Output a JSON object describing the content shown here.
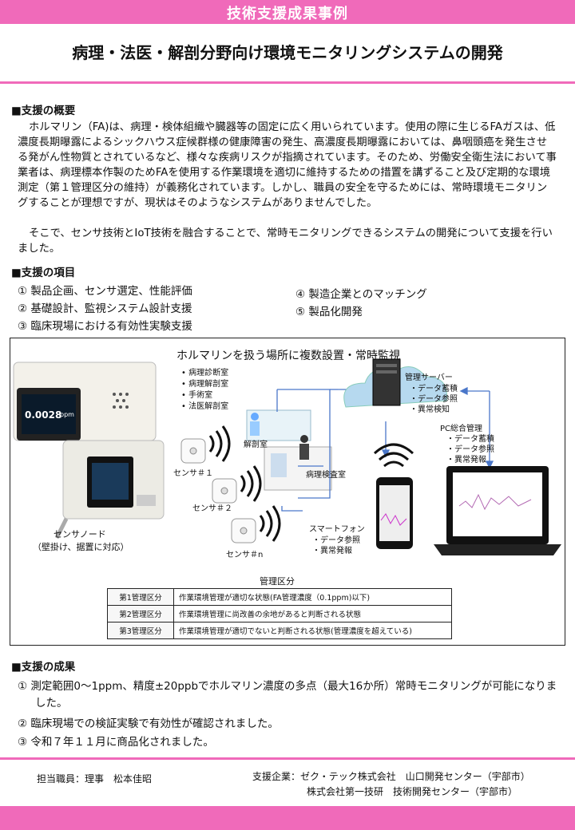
{
  "header": {
    "banner": "技術支援成果事例",
    "title": "病理・法医・解剖分野向け環境モニタリングシステムの開発"
  },
  "overview": {
    "heading": "■支援の概要",
    "para1": "ホルマリン（FA)は、病理・検体組織や臓器等の固定に広く用いられています。使用の際に生じるFAガスは、低濃度長期曝露によるシックハウス症候群様の健康障害の発生、高濃度長期曝露においては、鼻咽頭癌を発生させる発がん性物質とされているなど、様々な疾病リスクが指摘されています。そのため、労働安全衛生法において事業者は、病理標本作製のためFAを使用する作業環境を適切に維持するための措置を講ずること及び定期的な環境測定（第１管理区分の維持）が義務化されています。しかし、職員の安全を守るためには、常時環境モニタリングすることが理想ですが、現状はそのようなシステムがありませんでした。",
    "para2": "そこで、センサ技術とIoT技術を融合することで、常時モニタリングできるシステムの開発について支援を行いました。"
  },
  "items": {
    "heading": "■支援の項目",
    "list": [
      "① 製品企画、センサ選定、性能評価",
      "② 基礎設計、監視システム設計支援",
      "③ 臨床現場における有効性実験支援",
      "④ 製造企業とのマッチング",
      "⑤ 製品化開発"
    ]
  },
  "diagram": {
    "heading": "ホルマリンを扱う場所に複数設置・常時監視",
    "places": [
      "病理診断室",
      "病理解剖室",
      "手術室",
      "法医解剖室"
    ],
    "device_display": "0.0028",
    "device_unit": "ppm",
    "node_label": "センサノード",
    "node_sub": "（壁掛け、据置に対応）",
    "sensors": [
      "センサ＃１",
      "センサ＃２",
      "センサ＃n"
    ],
    "rooms": [
      "解剖室",
      "病理検査室"
    ],
    "server_title": "管理サーバー",
    "server_items": [
      "・データ蓄積",
      "・データ参照",
      "・異常検知"
    ],
    "pc_title": "PC総合管理",
    "pc_items": [
      "・データ蓄積",
      "・データ参照",
      "・異常発報"
    ],
    "phone_title": "スマートフォン",
    "phone_items": [
      "・データ参照",
      "・異常発報"
    ],
    "table_title": "管理区分",
    "table": [
      [
        "第1管理区分",
        "作業環境管理が適切な状態(FA管理濃度（0.1ppm)以下)"
      ],
      [
        "第2管理区分",
        "作業環境管理に尚改善の余地があると判断される状態"
      ],
      [
        "第3管理区分",
        "作業環境管理が適切でないと判断される状態(管理濃度を超えている)"
      ]
    ]
  },
  "results": {
    "heading": "■支援の成果",
    "list": [
      "① 測定範囲0〜1ppm、精度±20ppbでホルマリン濃度の多点（最大16か所）常時モニタリングが可能になりました。",
      "② 臨床現場での検証実験で有効性が確認されました。",
      "③ 令和７年１１月に商品化されました。"
    ]
  },
  "footer": {
    "staff": "担当職員：理事　松本佳昭",
    "company1": "支援企業：ゼク・テック株式会社　山口開発センター（宇部市）",
    "company2": "株式会社第一技研　技術開発センター（宇部市）"
  },
  "colors": {
    "accent": "#f06aba"
  }
}
